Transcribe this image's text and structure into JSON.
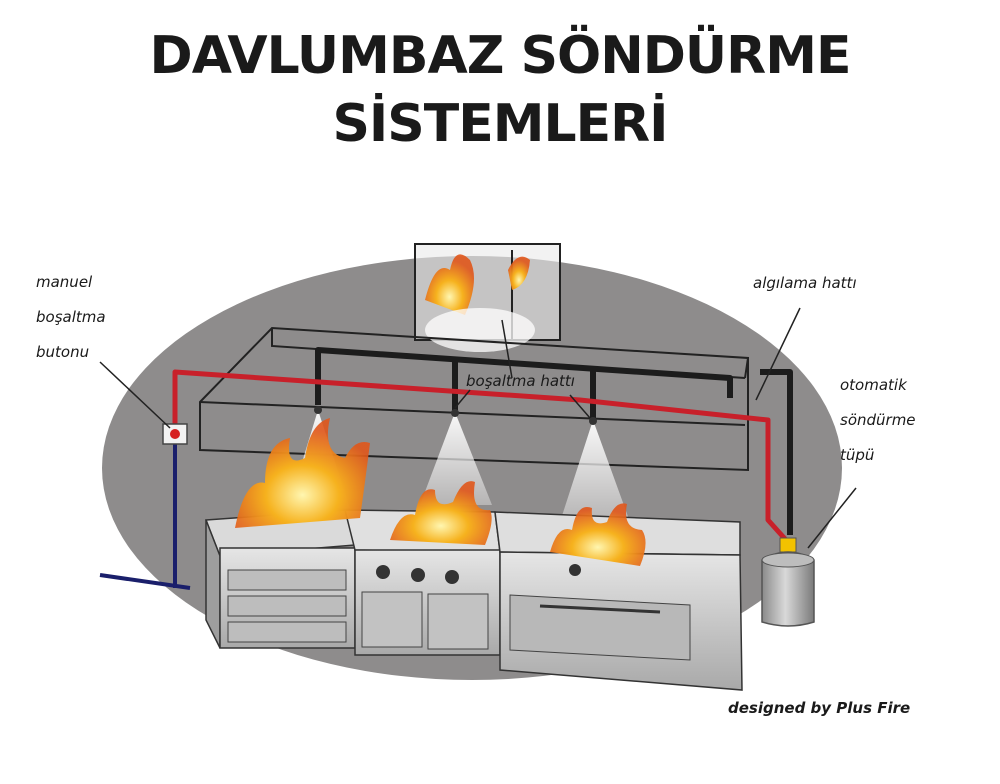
{
  "title": {
    "line1": "DAVLUMBAZ SÖNDÜRME",
    "line2": "SİSTEMLERİ"
  },
  "labels": {
    "manual_button": [
      "manuel",
      "boşaltma",
      "butonu"
    ],
    "detection_line": "algılama hattı",
    "discharge_line": "boşaltma hattı",
    "cylinder": [
      "otomatik",
      "söndürme",
      "tüpü"
    ]
  },
  "credit": "designed by Plus Fire",
  "colors": {
    "detection_line": "#c8202a",
    "discharge_line": "#1c1c1c",
    "backdrop": "#8e8c8c",
    "steel": "#c9c9c9",
    "fire": "#f29a1c"
  }
}
